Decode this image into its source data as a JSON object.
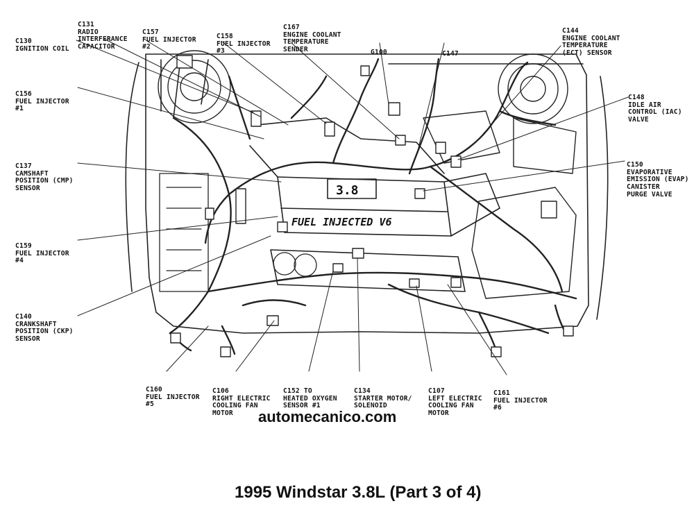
{
  "labels": {
    "c131": [
      "C131",
      "RADIO",
      "INTERFERANCE",
      "CAPACITOR"
    ],
    "c157": [
      "C157",
      "FUEL INJECTOR",
      "#2"
    ],
    "c158": [
      "C158",
      "FUEL INJECTOR",
      "#3"
    ],
    "c167": [
      "C167",
      "ENGINE COOLANT",
      "TEMPERATURE",
      "SENDER"
    ],
    "c144": [
      "C144",
      "ENGINE COOLANT",
      "TEMPERATURE",
      "(ECT) SENSOR"
    ],
    "c130": [
      "C130",
      "IGNITION COIL"
    ],
    "g100": [
      "G100"
    ],
    "c147": [
      "C147"
    ],
    "c156": [
      "C156",
      "FUEL INJECTOR",
      "#1"
    ],
    "c148": [
      "C148",
      "IDLE AIR",
      "CONTROL (IAC)",
      "VALVE"
    ],
    "c137": [
      "C137",
      "CAMSHAFT",
      "POSITION (CMP)",
      "SENSOR"
    ],
    "c150": [
      "C150",
      "EVAPORATIVE",
      "EMISSION (EVAP)",
      "CANISTER",
      "PURGE VALVE"
    ],
    "c159": [
      "C159",
      "FUEL INJECTOR",
      "#4"
    ],
    "c140": [
      "C140",
      "CRANKSHAFT",
      "POSITION (CKP)",
      "SENSOR"
    ],
    "c160": [
      "C160",
      "FUEL INJECTOR",
      "#5"
    ],
    "c106": [
      "C106",
      "RIGHT ELECTRIC",
      "COOLING FAN",
      "MOTOR"
    ],
    "c152": [
      "C152 TO",
      "HEATED OXYGEN",
      "SENSOR #1"
    ],
    "c134": [
      "C134",
      "STARTER MOTOR/",
      "SOLENOID"
    ],
    "c107": [
      "C107",
      "LEFT ELECTRIC",
      "COOLING FAN",
      "MOTOR"
    ],
    "c161": [
      "C161",
      "FUEL INJECTOR",
      "#6"
    ]
  },
  "engine_text": "FUEL INJECTED V6",
  "engine_badge": "3.8",
  "watermark": "automecanico.com",
  "caption": "1995 Windstar 3.8L (Part 3 of 4)"
}
